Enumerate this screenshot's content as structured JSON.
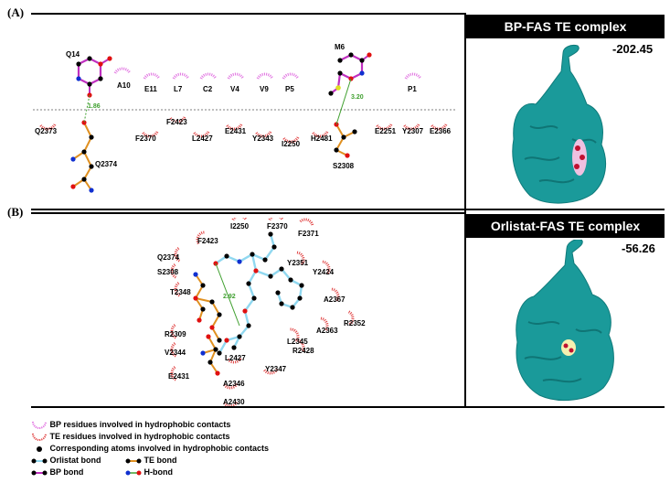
{
  "panels": {
    "a": {
      "label": "(A)",
      "title": "BP-FAS TE complex",
      "score": "-202.45",
      "distances": [
        "1.86",
        "3.20"
      ],
      "bp_residues": [
        "Q14",
        "A10",
        "E11",
        "L7",
        "C2",
        "V4",
        "V9",
        "P5",
        "M6",
        "P1"
      ],
      "te_residues": [
        "Q2373",
        "Q2374",
        "F2370",
        "F2423",
        "L2427",
        "E2431",
        "Y2343",
        "I2250",
        "H2481",
        "S2308",
        "E2251",
        "Y2307",
        "E2366"
      ]
    },
    "b": {
      "label": "(B)",
      "title": "Orlistat-FAS TE complex",
      "score": "-56.26",
      "distance": "2.92",
      "te_residues": [
        "I2250",
        "F2370",
        "F2371",
        "F2423",
        "Q2374",
        "S2308",
        "Y2351",
        "Y2424",
        "T2348",
        "A2367",
        "R2352",
        "A2363",
        "R2309",
        "L2345",
        "R2428",
        "V2344",
        "L2427",
        "Y2347",
        "E2431",
        "A2346",
        "A2430"
      ]
    }
  },
  "legend": {
    "bp_hydrophobic": "BP residues involved in hydrophobic contacts",
    "te_hydrophobic": "TE residues involved in hydrophobic contacts",
    "atoms": "Corresponding atoms involved in hydrophobic contacts",
    "orlistat_bond": "Orlistat bond",
    "te_bond": "TE bond",
    "bp_bond": "BP bond",
    "h_bond": "H-bond"
  },
  "colors": {
    "bp_arc": "#e070e0",
    "te_arc": "#e04040",
    "bp_bond": "#c030c0",
    "te_bond": "#e09020",
    "orlistat_bond": "#90d8f0",
    "hbond": "#40a030",
    "protein": "#1a9a9a",
    "oxygen": "#e01010",
    "nitrogen": "#1030d0",
    "sulfur": "#e0e020"
  }
}
